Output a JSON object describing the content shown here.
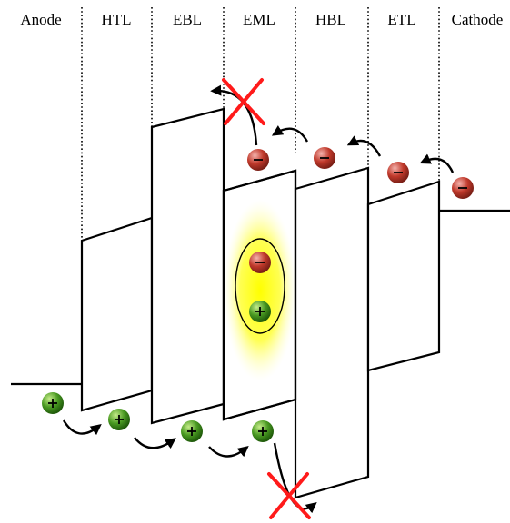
{
  "layers": [
    "Anode",
    "HTL",
    "EBL",
    "EML",
    "HBL",
    "ETL",
    "Cathode"
  ],
  "particles": {
    "electron": {
      "color": "#c0392b",
      "highlight": "#f4a6a0",
      "symbol": "minus"
    },
    "hole": {
      "color": "#3f8a1c",
      "highlight": "#b6e47a",
      "symbol": "plus"
    }
  },
  "colors": {
    "exciton_glow": "#ffff00",
    "blocked_cross": "#ff1a1a"
  }
}
